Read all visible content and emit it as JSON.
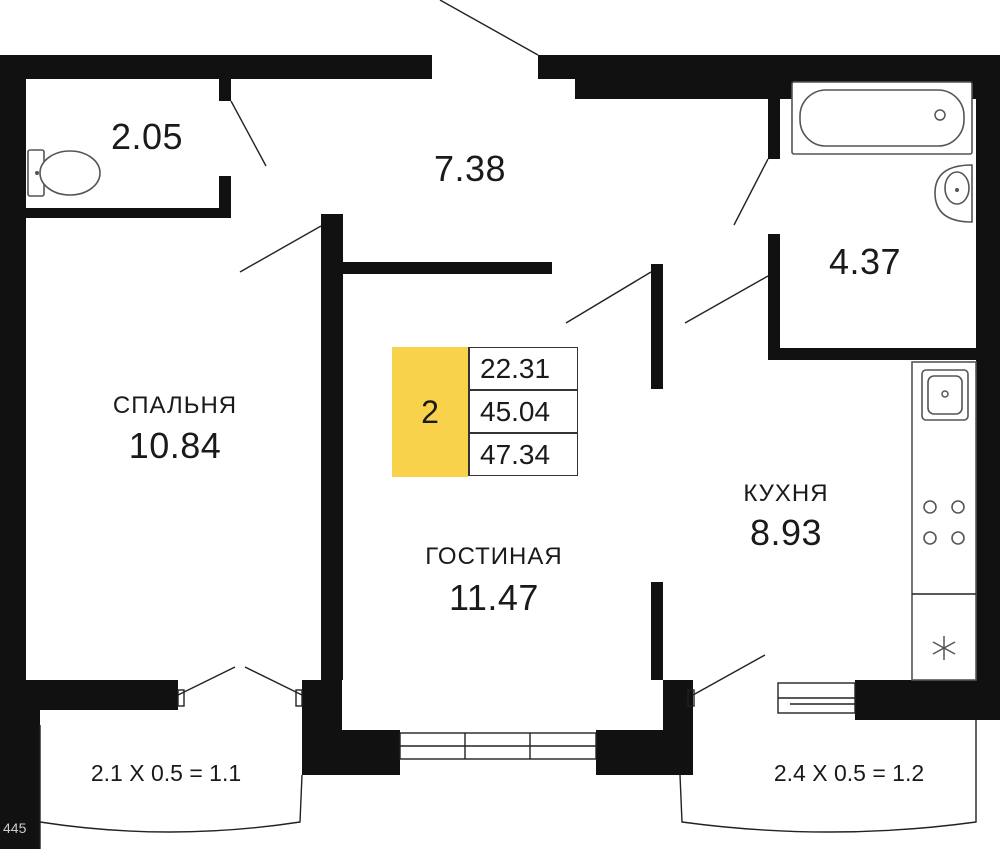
{
  "rooms": {
    "wc": {
      "area": "2.05"
    },
    "hall": {
      "area": "7.38"
    },
    "bathroom": {
      "area": "4.37"
    },
    "bedroom": {
      "name": "СПАЛЬНЯ",
      "area": "10.84"
    },
    "living": {
      "name": "ГОСТИНАЯ",
      "area": "11.47"
    },
    "kitchen": {
      "name": "КУХНЯ",
      "area": "8.93"
    }
  },
  "balconies": {
    "left": "2.1 X 0.5 = 1.1",
    "right": "2.4 X 0.5 = 1.2"
  },
  "summary": {
    "rooms_count": "2",
    "living_area": "22.31",
    "total_area": "45.04",
    "total_with_balcony": "47.34",
    "accent_color": "#f7d24a"
  },
  "footnote": "445",
  "icons": [
    "toilet-icon",
    "bathtub-icon",
    "washbasin-icon",
    "sink-icon",
    "stove-icon",
    "fridge-icon"
  ]
}
